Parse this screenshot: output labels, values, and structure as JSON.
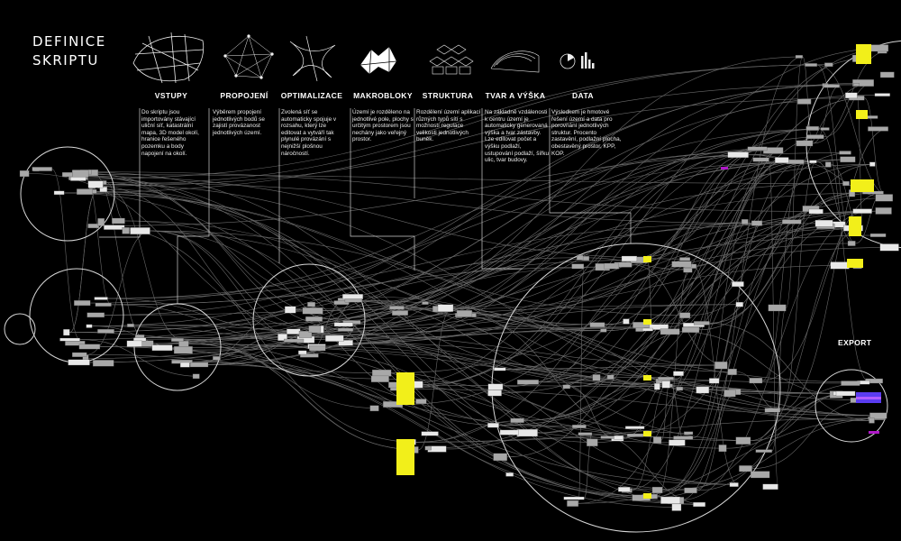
{
  "title": {
    "line1": "DEFINICE",
    "line2": "SKRIPTU"
  },
  "sections": [
    {
      "id": "vstupy",
      "heading": "VSTUPY",
      "icon": "street-grid-icon",
      "description": "Do skriptu jsou importovány stávající uliční síť, katastrální mapa, 3D model okolí, hranice řešeného pozemku a body napojení na okolí."
    },
    {
      "id": "propojeni",
      "heading": "PROPOJENÍ",
      "icon": "point-network-icon",
      "description": "Výběrem propojení jednotlivých bodů se zajistí provázanost jednotlivých území."
    },
    {
      "id": "optimalizace",
      "heading": "OPTIMALIZACE",
      "icon": "relaxed-network-icon",
      "description": "Zvolená síť se automaticky spojuje v rozsahu, který lze editovat a vytváří tak plynulé provázání s nejnižší plošnou náročností."
    },
    {
      "id": "makrobloky",
      "heading": "MAKROBLOKY",
      "icon": "macro-block-icon",
      "description": "Území je rozděleno na jednotlivé pole, plochy s určitým prostorem jsou nechány jako veřejný prostor."
    },
    {
      "id": "struktura",
      "heading": "STRUKTURA",
      "icon": "structure-cells-icon",
      "description": "Rozdělení území aplikací různých typů sítí s možností regulace velikosti jednotlivých buněk."
    },
    {
      "id": "tvar",
      "heading": "TVAR A VÝŠKA",
      "icon": "building-shape-icon",
      "description": "Na základně vzdálenosti k centru území je automaticky generovaná výška a tvar zástavby. Lze editovat počet a výšku podlaží, ustupování podlaží, šířku ulic, tvar budovy."
    },
    {
      "id": "data",
      "heading": "DATA",
      "icon": "data-chart-icon",
      "description": "Výsledkem je hmotové řešení území a data pro porovnání jednotlivých struktur. Procento zastavění, podlažní plocha, obestavěný prostor, KPP, KOP."
    }
  ],
  "export_label": "EXPORT",
  "colors": {
    "background": "#000000",
    "line": "#9a9a9a",
    "node": "#bdbdbd",
    "highlight": "#f2ef1a",
    "accent_purple": "#a020c8",
    "accent_blue": "#3a4cff"
  }
}
